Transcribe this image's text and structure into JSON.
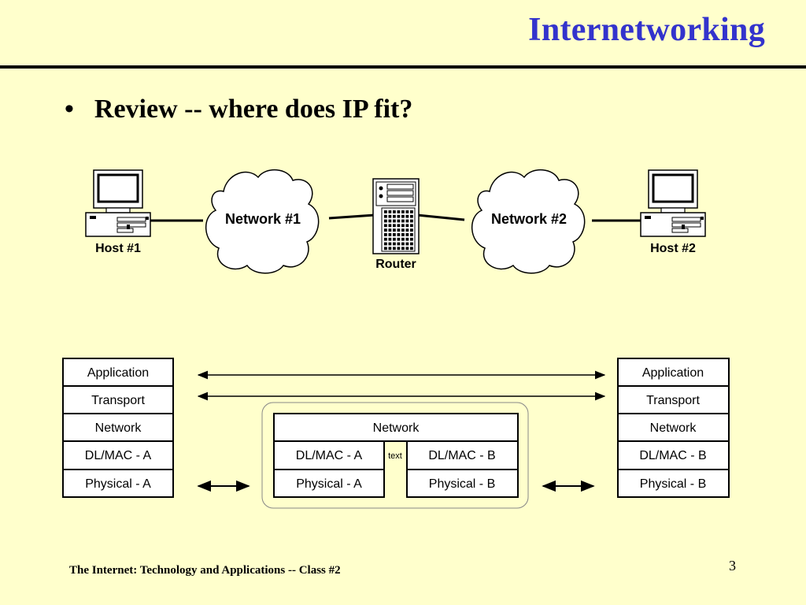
{
  "slide": {
    "title": "Internetworking",
    "bullet_symbol": "•",
    "bullet": "Review -- where does IP fit?",
    "footer": "The Internet: Technology and Applications -- Class #2",
    "page_number": "3"
  },
  "topology": {
    "host1": "Host #1",
    "network1": "Network #1",
    "router": "Router",
    "network2": "Network #2",
    "host2": "Host #2"
  },
  "stacks": {
    "left": [
      "Application",
      "Transport",
      "Network",
      "DL/MAC - A",
      "Physical - A"
    ],
    "router_network": "Network",
    "router_left": [
      "DL/MAC - A",
      "Physical - A"
    ],
    "router_right": [
      "DL/MAC - B",
      "Physical - B"
    ],
    "router_middle_text": "text",
    "right": [
      "Application",
      "Transport",
      "Network",
      "DL/MAC - B",
      "Physical - B"
    ]
  }
}
